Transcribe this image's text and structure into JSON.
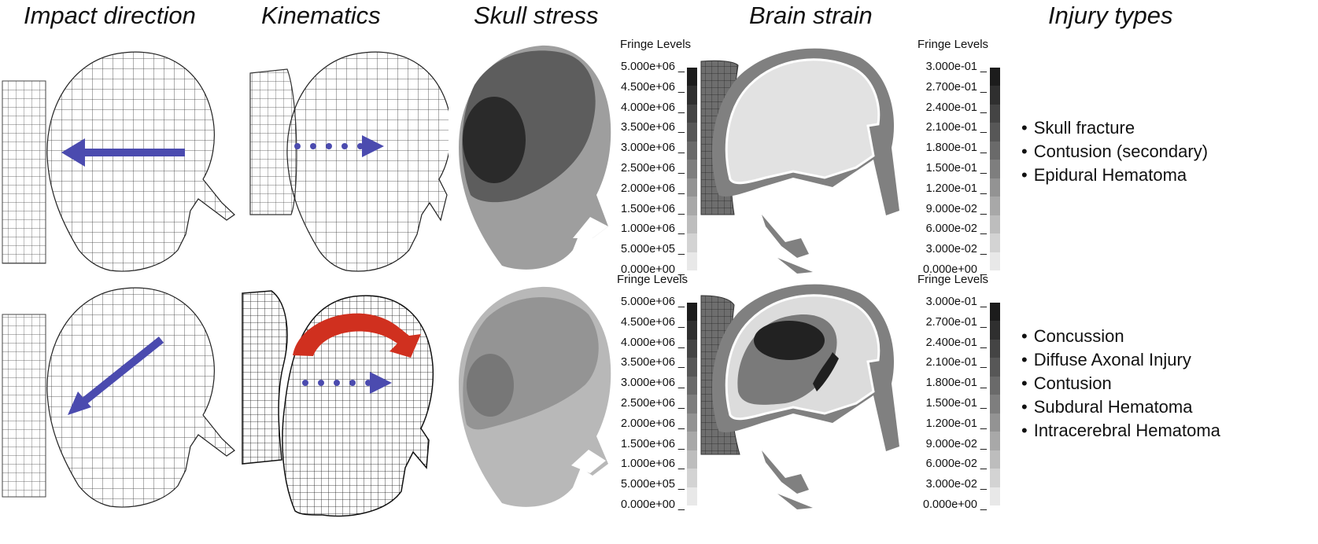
{
  "headers": {
    "impact": "Impact direction",
    "kinematics": "Kinematics",
    "skull": "Skull stress",
    "brain": "Brain strain",
    "injury": "Injury types"
  },
  "legend": {
    "title": "Fringe Levels",
    "stress_labels": [
      "5.000e+06",
      "4.500e+06",
      "4.000e+06",
      "3.500e+06",
      "3.000e+06",
      "2.500e+06",
      "2.000e+06",
      "1.500e+06",
      "1.000e+06",
      "5.000e+05",
      "0.000e+00"
    ],
    "strain_labels": [
      "3.000e-01",
      "2.700e-01",
      "2.400e-01",
      "2.100e-01",
      "1.800e-01",
      "1.500e-01",
      "1.200e-01",
      "9.000e-02",
      "6.000e-02",
      "3.000e-02",
      "0.000e+00"
    ],
    "gray_scale": [
      "#1c1c1c",
      "#2f2f2f",
      "#444444",
      "#575757",
      "#6a6a6a",
      "#7e7e7e",
      "#939393",
      "#a8a8a8",
      "#bdbdbd",
      "#d3d3d3",
      "#e8e8e8"
    ]
  },
  "rows": [
    {
      "injuries": [
        "Skull fracture",
        "Contusion (secondary)",
        "Epidural Hematoma"
      ],
      "skull_colors": {
        "dark": "#2a2a2a",
        "mid": "#5d5d5d",
        "light": "#9e9e9e"
      },
      "brain_colors": {
        "dark": "#e2e2e2",
        "mid": "#dddddd"
      }
    },
    {
      "injuries": [
        "Concussion",
        "Diffuse Axonal Injury",
        "Contusion",
        "Subdural Hematoma",
        "Intracerebral Hematoma"
      ],
      "skull_colors": {
        "dark": "#777777",
        "mid": "#949494",
        "light": "#b8b8b8"
      },
      "brain_colors": {
        "dark": "#222222",
        "mid": "#7a7a7a"
      }
    }
  ],
  "colors": {
    "arrow_blue": "#4b4baf",
    "arrow_red": "#d0301f",
    "outer_skull": "#808080"
  }
}
